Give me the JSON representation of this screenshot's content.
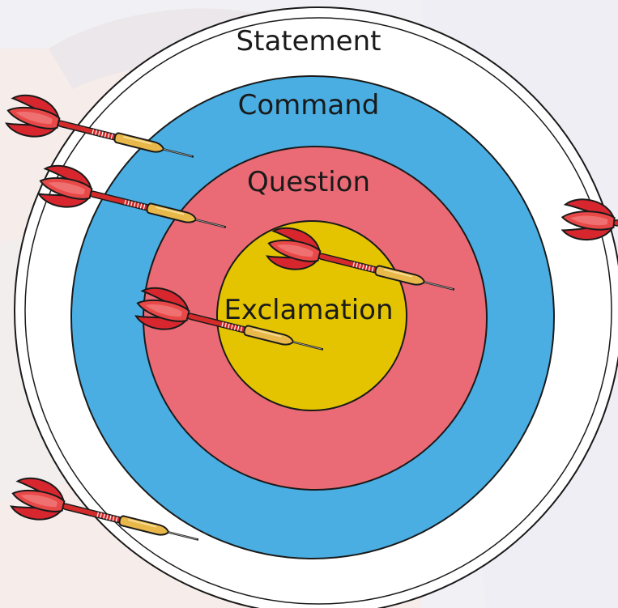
{
  "target": {
    "rings": [
      {
        "id": "statement",
        "label": "Statement",
        "color": "#ffffff"
      },
      {
        "id": "command",
        "label": "Command",
        "color": "#4aaee2"
      },
      {
        "id": "question",
        "label": "Question",
        "color": "#ea6b75"
      },
      {
        "id": "exclamation",
        "label": "Exclamation",
        "color": "#e4c400"
      }
    ]
  },
  "colors": {
    "background": "#f1f1f5",
    "backdrop_shape": "#f6ecea",
    "outline": "#1a1a1a",
    "dart_flight": "#d8262e",
    "dart_flight_light": "#f07a7a",
    "dart_barrel_red": "#d42a2a",
    "dart_barrel_gold": "#e8b84a"
  },
  "darts": [
    {
      "id": "dart-1",
      "description": "dart-red-flight-icon"
    },
    {
      "id": "dart-2",
      "description": "dart-red-flight-icon"
    },
    {
      "id": "dart-3",
      "description": "dart-red-flight-icon"
    },
    {
      "id": "dart-4",
      "description": "dart-red-flight-icon"
    },
    {
      "id": "dart-5",
      "description": "dart-red-flight-icon"
    },
    {
      "id": "dart-6",
      "description": "dart-red-flight-icon"
    }
  ]
}
